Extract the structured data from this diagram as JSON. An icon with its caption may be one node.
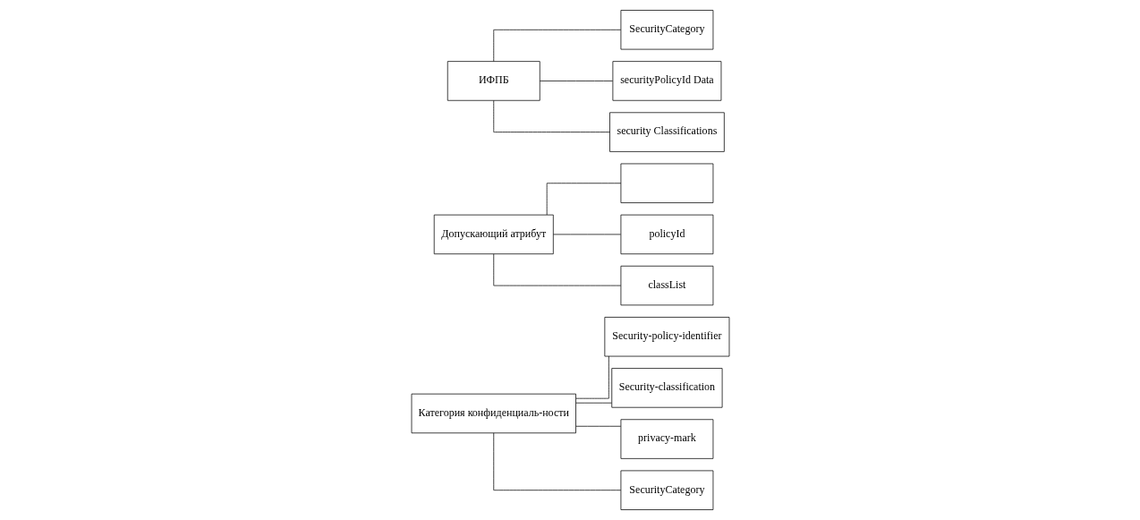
{
  "diagram": {
    "nodes": [
      {
        "text": [
          "Категория конфиденциаль-ности"
        ]
      },
      {
        "text": [
          "Security-policy-identifier"
        ]
      },
      {
        "text": [
          "Security-classification"
        ]
      },
      {
        "text": [
          "privacy-mark"
        ]
      },
      {
        "text": [
          "SecurityCategory"
        ]
      },
      {
        "text": [
          "Допускающий атрибут"
        ]
      },
      {
        "text": [],
        "shape": "box"
      },
      {
        "text": [
          "policyId"
        ]
      },
      {
        "text": [
          "classList"
        ]
      },
      {
        "text": [
          "ИФПБ"
        ]
      },
      {
        "text": [
          "SecurityCategory"
        ]
      },
      {
        "text": [
          "securityPolicyId Data"
        ]
      },
      {
        "text": [
          "security Classifications"
        ]
      }
    ],
    "edges": [
      {
        "from": 0,
        "to": 1,
        "arrow": "none"
      },
      {
        "from": 0,
        "to": 2,
        "arrow": "none"
      },
      {
        "from": 0,
        "to": 3,
        "arrow": "none"
      },
      {
        "from": 0,
        "to": 4,
        "arrow": "none"
      },
      {
        "from": 5,
        "to": 6,
        "arrow": "none"
      },
      {
        "from": 5,
        "to": 7,
        "arrow": "none"
      },
      {
        "from": 5,
        "to": 8,
        "arrow": "none"
      },
      {
        "from": 9,
        "to": 10,
        "arrow": "none"
      },
      {
        "from": 9,
        "to": 11,
        "arrow": "none"
      },
      {
        "from": 9,
        "to": 12,
        "arrow": "none"
      }
    ]
  }
}
